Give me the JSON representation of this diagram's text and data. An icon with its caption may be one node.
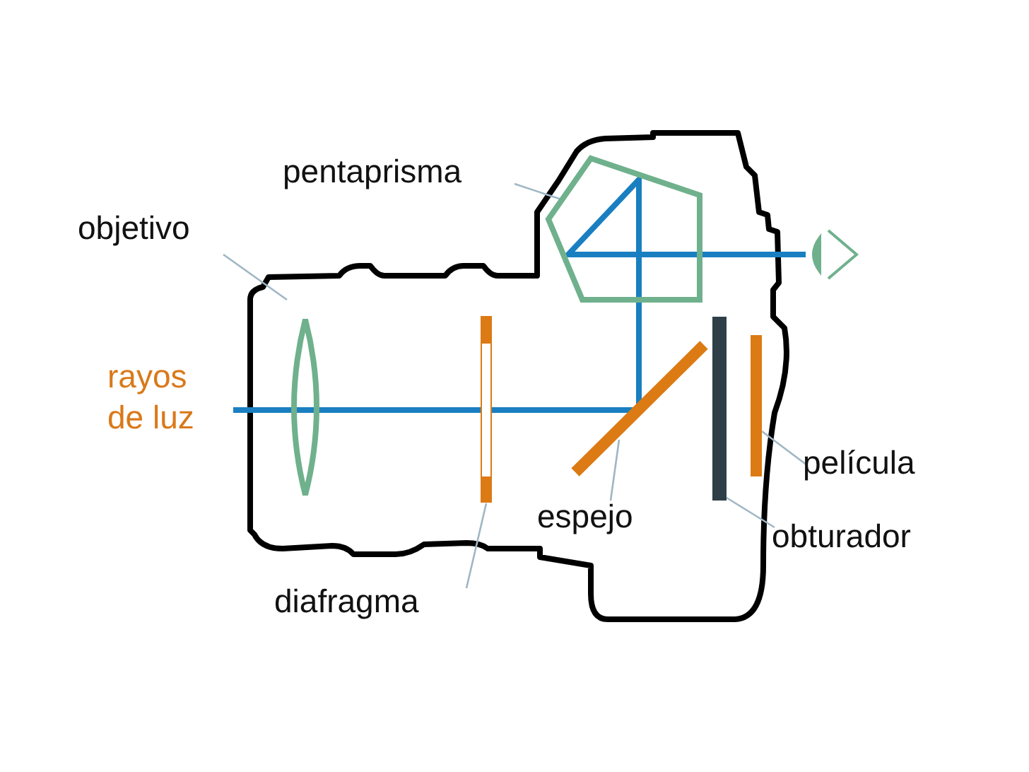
{
  "diagram": {
    "nodes": [
      {
        "text": [
          "pentaprisma"
        ]
      },
      {
        "text": [],
        "shape": "pentagon"
      },
      {
        "text": [
          "objetivo"
        ]
      },
      {
        "text": [
          "diafragma"
        ]
      },
      {
        "text": [],
        "shape": "bar"
      },
      {
        "text": [
          "espejo"
        ]
      },
      {
        "text": [],
        "shape": "bar"
      },
      {
        "text": [
          "obturador"
        ]
      },
      {
        "text": [],
        "shape": "bar"
      },
      {
        "text": [
          "película"
        ]
      },
      {
        "text": [],
        "shape": "bar"
      }
    ],
    "edges": [
      {
        "from": 0,
        "to": 1,
        "arrow": "none"
      },
      {
        "from": 2,
        "to": null,
        "arrow": "none"
      },
      {
        "from": 3,
        "to": 4,
        "arrow": "none"
      },
      {
        "from": 5,
        "to": 6,
        "arrow": "none"
      },
      {
        "from": 7,
        "to": 8,
        "arrow": "none"
      },
      {
        "from": 9,
        "to": 10,
        "arrow": "none"
      }
    ],
    "labels": [
      "rayos de luz"
    ]
  }
}
